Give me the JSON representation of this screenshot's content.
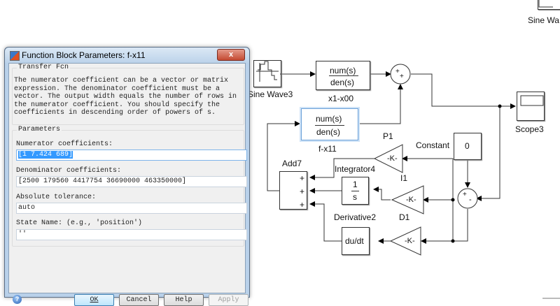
{
  "dialog": {
    "title": "Function Block Parameters: f-x11",
    "close_label": "x",
    "block_type": "Transfer Fcn",
    "description": [
      "The numerator coefficient can be a vector or matrix",
      "expression. The denominator coefficient must be a",
      "vector. The output width equals the number of rows in",
      "the numerator coefficient. You should specify the",
      "coefficients in descending order of powers of s."
    ],
    "parameters_title": "Parameters",
    "fields": [
      {
        "label": "Numerator coefficients:",
        "value": "[1 7.424 689]"
      },
      {
        "label": "Denominator coefficients:",
        "value": "[2500 179560 4417754 36690000 463350000]"
      },
      {
        "label": "Absolute tolerance:",
        "value": "auto"
      },
      {
        "label": "State Name: (e.g., 'position')",
        "value": "''"
      }
    ],
    "buttons": {
      "ok": "OK",
      "cancel": "Cancel",
      "help": "Help",
      "apply": "Apply"
    },
    "help_icon": "?"
  },
  "diagram": {
    "blocks": {
      "sine_wave3": "Sine Wave3",
      "sine_wave_top": "Sine Wa",
      "x1_x00": {
        "label": "x1-x00",
        "num": "num(s)",
        "den": "den(s)"
      },
      "f_x11": {
        "label": "f-x11",
        "num": "num(s)",
        "den": "den(s)"
      },
      "scope3": "Scope3",
      "constant": {
        "label": "Constant",
        "value": "0"
      },
      "p1": {
        "label": "P1",
        "gain": "-K-"
      },
      "i1": {
        "label": "I1",
        "gain": "-K-"
      },
      "d1": {
        "label": "D1",
        "gain": "-K-"
      },
      "integrator4": {
        "label": "Integrator4",
        "num": "1",
        "den": "s"
      },
      "derivative2": {
        "label": "Derivative2",
        "text": "du/dt"
      },
      "add7": {
        "label": "Add7",
        "signs": [
          "+",
          "+",
          "+"
        ]
      },
      "sum_top": {
        "signs": [
          "+",
          "+"
        ]
      },
      "sum_err": {
        "signs": [
          "+",
          "-"
        ]
      }
    }
  }
}
